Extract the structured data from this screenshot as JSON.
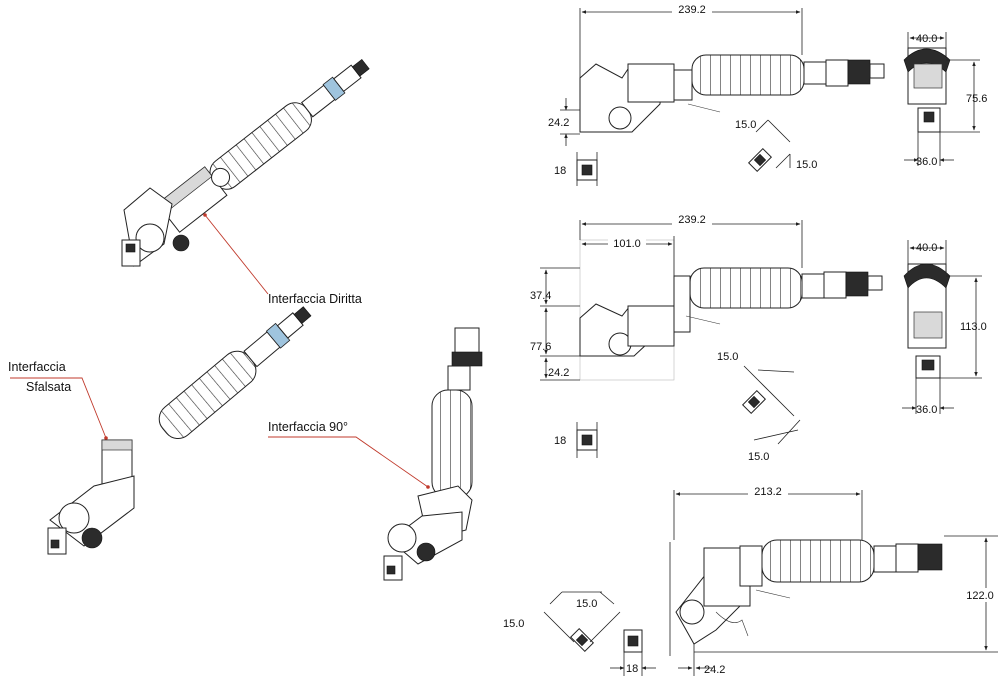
{
  "callouts": {
    "straight": "Interfaccia Diritta",
    "offset_line1": "Interfaccia",
    "offset_line2": "Sfalsata",
    "angle90": "Interfaccia 90°"
  },
  "view1": {
    "overall_length": "239.2",
    "height_offset": "24.2",
    "jaw_a": "15.0",
    "jaw_b": "15.0",
    "tip_width": "18",
    "end_width_top": "40.0",
    "end_height": "75.6",
    "end_width_bottom": "36.0"
  },
  "view2": {
    "overall_length": "239.2",
    "head_length": "101.0",
    "offset_a": "37.4",
    "offset_b": "77.6",
    "offset_c": "24.2",
    "jaw_a": "15.0",
    "jaw_b": "15.0",
    "tip_width": "18",
    "end_width_top": "40.0",
    "end_height": "113.0",
    "end_width_bottom": "36.0"
  },
  "view3": {
    "overall_length": "213.2",
    "overall_height": "122.0",
    "offset": "24.2",
    "tip_width": "18",
    "jaw_a": "15.0",
    "jaw_b": "15.0"
  }
}
